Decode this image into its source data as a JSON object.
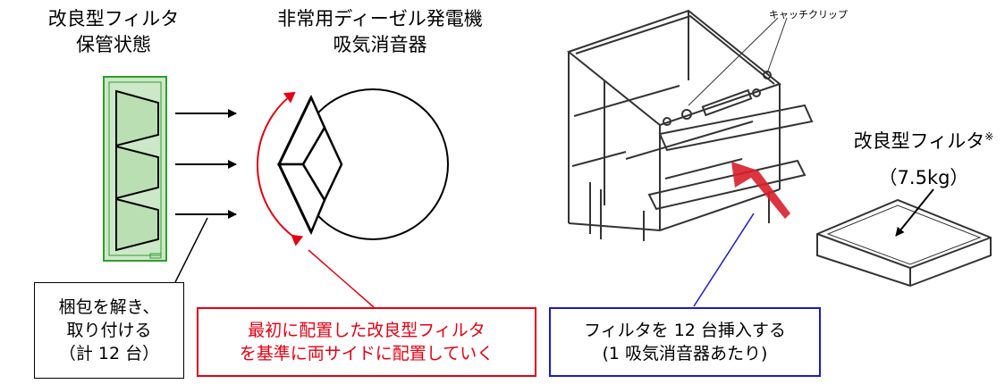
{
  "labels": {
    "filter_storage_line1": "改良型フィルタ",
    "filter_storage_line2": "保管状態",
    "silencer_line1": "非常用ディーゼル発電機",
    "silencer_line2": "吸気消音器",
    "catch_clip": "キャッチクリップ",
    "improved_filter": "改良型フィルタ",
    "note_mark": "※",
    "filter_weight": "（7.5kg）"
  },
  "callouts": {
    "unpack_install": "梱包を解き、\n取り付ける\n（計 12 台）",
    "placement": "最初に配置した改良型フィルタ\nを基準に両サイドに配置していく",
    "insert": "フィルタを 12 台挿入する\n(1 吸気消音器あたり)"
  },
  "colors": {
    "storage_green": "#2e9e2e",
    "storage_fill": "#cde8c8",
    "placement_red": "#e60012",
    "insert_blue": "#1a1acc",
    "insert_arrow": "#d81f2a"
  }
}
